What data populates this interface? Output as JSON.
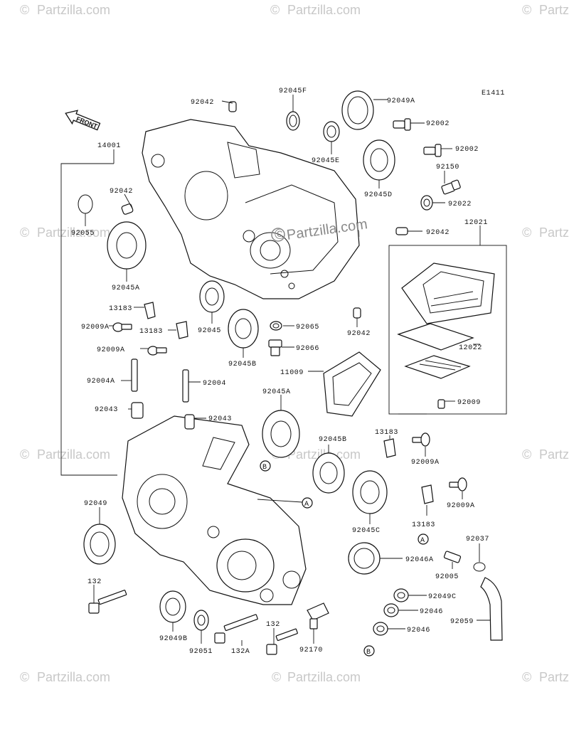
{
  "watermarks": {
    "symbol": "©",
    "brand": "Partzilla.com",
    "edge_text": "Partzilla.com"
  },
  "diagram_code": "E1411",
  "front_label": "FRONT",
  "callouts": {
    "c92042_top": "92042",
    "c92045F": "92045F",
    "c92049A": "92049A",
    "c92002_a": "92002",
    "c92002_b": "92002",
    "c92150": "92150",
    "c92022": "92022",
    "c92042_right": "92042",
    "c12021": "12021",
    "c14001": "14001",
    "c92045E": "92045E",
    "c92045D": "92045D",
    "c92042_left": "92042",
    "c92055": "92055",
    "c92045A_top": "92045A",
    "c13183_a": "13183",
    "c92009A_a": "92009A",
    "c13183_b": "13183",
    "c92045": "92045",
    "c92065": "92065",
    "c92042_mid": "92042",
    "c92066": "92066",
    "c12022": "12022",
    "c92009A_b": "92009A",
    "c92045B_top": "92045B",
    "c11009": "11009",
    "c92004A": "92004A",
    "c92004": "92004",
    "c92009": "92009",
    "c92043_a": "92043",
    "c92043_b": "92043",
    "c92045A_low": "92045A",
    "c13183_c": "13183",
    "c92045B_low": "92045B",
    "c92009A_c": "92009A",
    "c92009A_d": "92009A",
    "c92049": "92049",
    "c13183_d": "13183",
    "c92045C": "92045C",
    "c92037": "92037",
    "c92046A": "92046A",
    "c92005": "92005",
    "c132_a": "132",
    "c92049C": "92049C",
    "c92046_a": "92046",
    "c92059": "92059",
    "c92046_b": "92046",
    "c92049B": "92049B",
    "c92051": "92051",
    "c132A": "132A",
    "c132_b": "132",
    "c92170": "92170"
  },
  "ref_markers": {
    "A": "A",
    "B": "B"
  }
}
